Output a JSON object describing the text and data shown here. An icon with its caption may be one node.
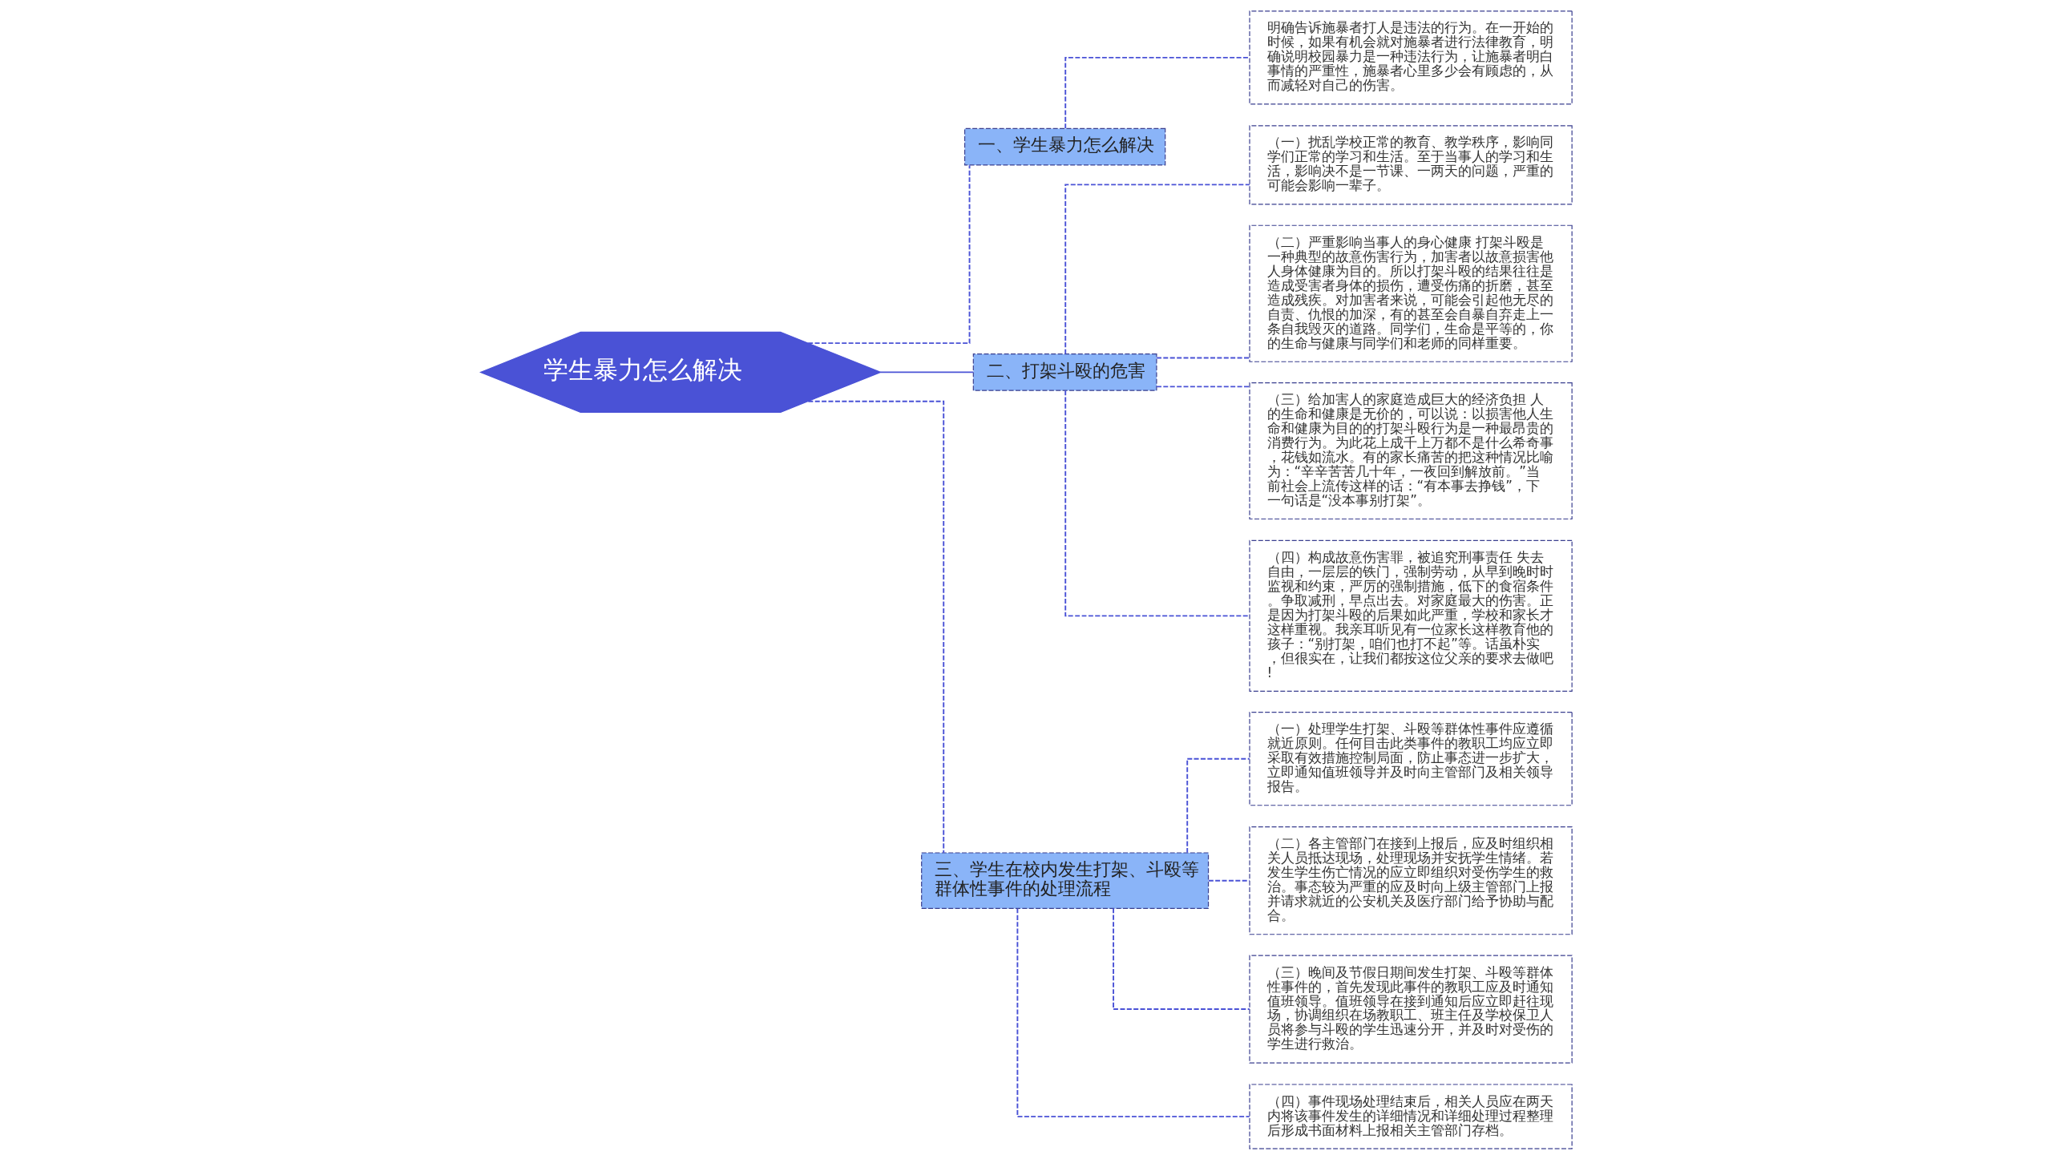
{
  "diagram": {
    "nodes": [
      {
        "text": [
          "学生暴力怎么解决"
        ]
      },
      {
        "text": [
          "一、学生暴力怎么解决"
        ]
      },
      {
        "text": [
          "明确告诉施暴者打人是违法的行为。在一开始的时候，如果有机会就对施暴者进行法律教育，明确说明校园暴力是一种违法行为，让施暴者明白事情的严重性，施暴者心里多少会有顾虑的，从而减轻对自己的伤害。"
        ]
      },
      {
        "text": [
          "二、打架斗殴的危害"
        ]
      },
      {
        "text": [
          "（一）扰乱学校正常的教育、教学秩序，影响同学们正常的学习和生活。至于当事人的学习和生活，影响决不是一节课、一两天的问题，严重的可能会影响一辈子。"
        ]
      },
      {
        "text": [
          "（二）严重影响当事人的身心健康 打架斗殴是一种典型的故意伤害行为，加害者以故意损害他人身体健康为目的。所以打架斗殴的结果往往是造成受害者身体的损伤，遭受伤痛的折磨，甚至造成残疾。对加害者来说，可能会引起他无尽的自责、仇恨的加深，有的甚至会自暴自弃走上一条自我毁灭的道路。同学们，生命是平等的，你的生命与健康与同学们和老师的同样重要。"
        ]
      },
      {
        "text": [
          "（三）给加害人的家庭造成巨大的经济负担 人的生命和健康是无价的，可以说：以损害他人生命和健康为目的的打架斗殴行为是一种最昂贵的消费行为。为此花上成千上万都不是什么希奇事，花钱如流水。有的家长痛苦的把这种情况比喻为：“辛辛苦苦几十年，一夜回到解放前。”当前社会上流传这样的话：“有本事去挣钱”，下一句话是“没本事别打架”。"
        ]
      },
      {
        "text": [
          "（四）构成故意伤害罪，被追究刑事责任 失去自由，一层层的铁门，强制劳动，从早到晚时时监视和约束，严厉的强制措施，低下的食宿条件。争取减刑，早点出去。对家庭最大的伤害。正是因为打架斗殴的后果如此严重，学校和家长才这样重视。我亲耳听见有一位家长这样教育他的孩子：“别打架，咱们也打不起”等。话虽朴实，但很实在，让我们都按这位父亲的要求去做吧!"
        ]
      },
      {
        "text": [
          "三、学生在校内发生打架、斗殴等群体性事件的处理流程"
        ]
      },
      {
        "text": [
          "（一）处理学生打架、斗殴等群体性事件应遵循就近原则。任何目击此类事件的教职工均应立即采取有效措施控制局面，防止事态进一步扩大，立即通知值班领导并及时向主管部门及相关领导报告。"
        ]
      },
      {
        "text": [
          "（二）各主管部门在接到上报后，应及时组织相关人员抵达现场，处理现场并安抚学生情绪。若发生学生伤亡情况的应立即组织对受伤学生的救治。事态较为严重的应及时向上级主管部门上报并请求就近的公安机关及医疗部门给予协助与配合。"
        ]
      },
      {
        "text": [
          "（三）晚间及节假日期间发生打架、斗殴等群体性事件的，首先发现此事件的教职工应及时通知值班领导。值班领导在接到通知后应立即赶往现场，协调组织在场教职工、班主任及学校保卫人员将参与斗殴的学生迅速分开，并及时对受伤的学生进行救治。"
        ]
      },
      {
        "text": [
          "（四）事件现场处理结束后，相关人员应在两天内将该事件发生的详细情况和详细处理过程整理后形成书面材料上报相关主管部门存档。"
        ]
      }
    ],
    "edges": [
      {
        "from": 0,
        "to": 1,
        "arrow": "none",
        "style": "dashed"
      },
      {
        "from": 1,
        "to": 2,
        "arrow": "none",
        "style": "dashed"
      },
      {
        "from": 0,
        "to": 3,
        "arrow": "none"
      },
      {
        "from": 3,
        "to": 4,
        "arrow": "none",
        "style": "dashed"
      },
      {
        "from": 3,
        "to": 5,
        "arrow": "none",
        "style": "dashed"
      },
      {
        "from": 3,
        "to": 6,
        "arrow": "none",
        "style": "dashed"
      },
      {
        "from": 3,
        "to": 7,
        "arrow": "none",
        "style": "dashed"
      },
      {
        "from": 0,
        "to": 8,
        "arrow": "none",
        "style": "dashed"
      },
      {
        "from": 8,
        "to": 9,
        "arrow": "none",
        "style": "dashed"
      },
      {
        "from": 8,
        "to": 10,
        "arrow": "none",
        "style": "dashed"
      },
      {
        "from": 8,
        "to": 11,
        "arrow": "none",
        "style": "dashed"
      },
      {
        "from": 8,
        "to": 12,
        "arrow": "none",
        "style": "dashed"
      }
    ]
  }
}
